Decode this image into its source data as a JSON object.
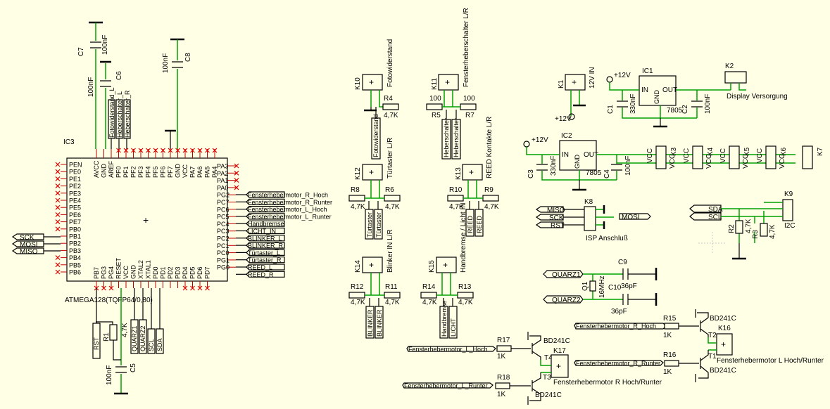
{
  "ic3": {
    "name": "IC3",
    "part": "ATMEGA128(TQFP64/0,80)",
    "left_pins": [
      "PEN",
      "PE0",
      "PE1",
      "PE2",
      "PE3",
      "PE4",
      "PE5",
      "PE6",
      "PE7",
      "PB0",
      "PB1",
      "PB2",
      "PB3",
      "PB4",
      "PB5",
      "PB6"
    ],
    "top_pins": [
      "AVCC",
      "GND",
      "AREF",
      "PF0",
      "PF1",
      "PF2",
      "PF3",
      "PF4",
      "PF5",
      "PF6",
      "PF7",
      "GND",
      "VCC",
      "PA7",
      "PA6",
      "PA5",
      "PA4"
    ],
    "right_pins": [
      "PA3",
      "PA2",
      "PA1",
      "PA0",
      "PG2",
      "PC7",
      "PC6",
      "PC5",
      "PC4",
      "PC3",
      "PC2",
      "PC1",
      "PC0",
      "PG1",
      "PG0"
    ],
    "bottom_pins": [
      "PB7",
      "PG3",
      "PG4",
      "RESET",
      "VCC",
      "GND",
      "XTAL2",
      "XTAL1",
      "PD0",
      "PD1",
      "PD2",
      "PD3",
      "PD4",
      "PD5",
      "PD6",
      "PD7"
    ],
    "right_nets": [
      "Fensterhebermotor_R_Hoch",
      "Fensterhebermotor_R_Runter",
      "Fensterhebermotor_L_Hoch",
      "Fensterhebermotor_L_Runter",
      "Handbremse",
      "LICHT_IN",
      "BLINKER_L",
      "BLINKER_R",
      "Türtaster_L",
      "Türtaster_R",
      "REED_L",
      "REED_R"
    ],
    "left_nets": [
      "SCK",
      "MOSI",
      "MISO"
    ],
    "top_nets": [
      "Fotowiderstand_L",
      "Heberschalter_L",
      "Heberschalter_R"
    ],
    "bottom_nets": [
      "RST",
      "QUARZ1",
      "QUARZ2",
      "SCL",
      "SDA"
    ]
  },
  "caps_left": {
    "c7": "C7",
    "c7v": "100nF",
    "c6": "C6",
    "c6v": "100nF",
    "c8": "C8",
    "c8v": "100nF",
    "c5": "C5",
    "c5v": "100nF",
    "r1": "R1",
    "r1v": "4,7K"
  },
  "connectors": {
    "k10": {
      "name": "K10",
      "label": "Fotowiderstand"
    },
    "k11": {
      "name": "K11",
      "label": "Fensterheberschalter L/R"
    },
    "k12": {
      "name": "K12",
      "label": "Türtaster L/R"
    },
    "k13": {
      "name": "K13",
      "label": "REED Kontakte L/R"
    },
    "k14": {
      "name": "K14",
      "label": "Blinker IN L/R"
    },
    "k15": {
      "name": "K15",
      "label": "Handbremse / Licht IN"
    }
  },
  "resistors_mid": {
    "r4": "R4",
    "r4v": "4,7K",
    "r5": "R5",
    "r5v": "100",
    "r7": "R7",
    "r7v": "100",
    "r8": "R8",
    "r8v": "4,7K",
    "r6": "R6",
    "r6v": "4,7K",
    "r10": "R10",
    "r10v": "4,7K",
    "r9": "R9",
    "r9v": "4,7K",
    "r12": "R12",
    "r12v": "4,7K",
    "r11": "R11",
    "r11v": "4,7K",
    "r14": "R14",
    "r14v": "4,7K",
    "r13": "R13",
    "r13v": "4,7K"
  },
  "mid_nets": {
    "foto": "Fotowiderstand",
    "heb_l": "Heberschalter",
    "heb_r": "Heberschalter",
    "tuer_l": "Türtaster",
    "tuer_r": "Türtaster",
    "reed_l": "REED",
    "reed_r": "REED",
    "blink_l": "BLINKER",
    "blink_r": "BLINKER",
    "hand": "Handbremse",
    "licht": "LICHT"
  },
  "power": {
    "k1": "K1",
    "k1label": "12V IN",
    "p12": "+12V",
    "ic1": "IC1",
    "ic1part": "7805",
    "ic2": "IC2",
    "ic2part": "7805",
    "in": "IN",
    "out": "OUT",
    "gnd": "GND",
    "c1": "C1",
    "c1v": "330nF",
    "c2": "C2",
    "c2v": "100nF",
    "c3": "C3",
    "c3v": "330nF",
    "c4": "C4",
    "c4v": "100nF",
    "k2": "K2",
    "k2label": "Display Versorgung",
    "k3": "K3",
    "k4": "K4",
    "k5": "K5",
    "k6": "K6",
    "k7": "K7",
    "vcc": "VCC"
  },
  "isp": {
    "k8": "K8",
    "label": "ISP Anschluß",
    "miso": "MISO",
    "sck": "SCK",
    "rst": "RST",
    "mosi": "MOSI"
  },
  "i2c": {
    "k9": "K9",
    "label": "I2C",
    "sda": "SDA",
    "scl": "SCL",
    "r2": "R2",
    "r2v": "4,7K",
    "r3": "R3",
    "r3v": "4,7K"
  },
  "quartz": {
    "q1": "QUARZ1",
    "q2": "QUARZ2",
    "q": "Q1",
    "freq": "16MHz",
    "c9": "C9",
    "c9v": "36pF",
    "c10": "C10",
    "c10v": "36pF"
  },
  "drivers": {
    "r15": "R15",
    "r15v": "1K",
    "r16": "R16",
    "r16v": "1K",
    "r17": "R17",
    "r17v": "1K",
    "r18": "R18",
    "r18v": "1K",
    "t1": "T1",
    "t2": "T2",
    "t3": "T3",
    "t4": "T4",
    "bd": "BD241C",
    "k16": "K16",
    "k16label": "Fensterhebermotor L Hoch/Runter",
    "k17": "K17",
    "k17label": "Fensterhebermotor R Hoch/Runter",
    "n_rh": "Fensterhebermotor_R_Hoch",
    "n_rr": "Fensterhebermotor_R_Runter",
    "n_lh": "Fensterhebermotor_L_Hoch",
    "n_lr": "Fensterhebermotor_L_Runter"
  }
}
